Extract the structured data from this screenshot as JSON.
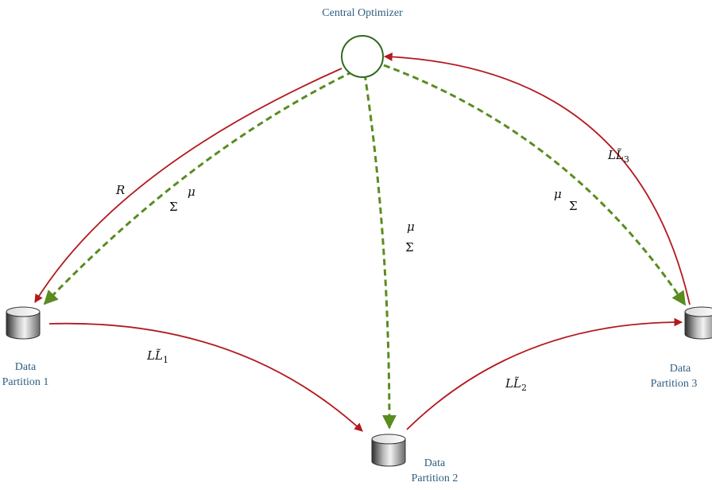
{
  "colors": {
    "label_text": "#2e5f80",
    "red_arrow": "#b3191e",
    "green_arrow": "#5a8c21",
    "node_stroke": "#2f6b1f",
    "cylinder_dark": "#3a3a3a",
    "cylinder_light": "#e6e6e6"
  },
  "central_node": {
    "label": "Central Optimizer",
    "icon": "optimizer-node-circle"
  },
  "partitions": [
    {
      "line1": "Data",
      "line2": "Partition 1",
      "icon": "database-cylinder-icon"
    },
    {
      "line1": "Data",
      "line2": "Partition 2",
      "icon": "database-cylinder-icon"
    },
    {
      "line1": "Data",
      "line2": "Partition 3",
      "icon": "database-cylinder-icon"
    }
  ],
  "edge_labels": {
    "r": "R",
    "mu": "μ",
    "sigma": "Σ",
    "ll_base": "L",
    "ll_tilde": "L̃",
    "ll1_sub": "1",
    "ll2_sub": "2",
    "ll3_sub": "3"
  }
}
